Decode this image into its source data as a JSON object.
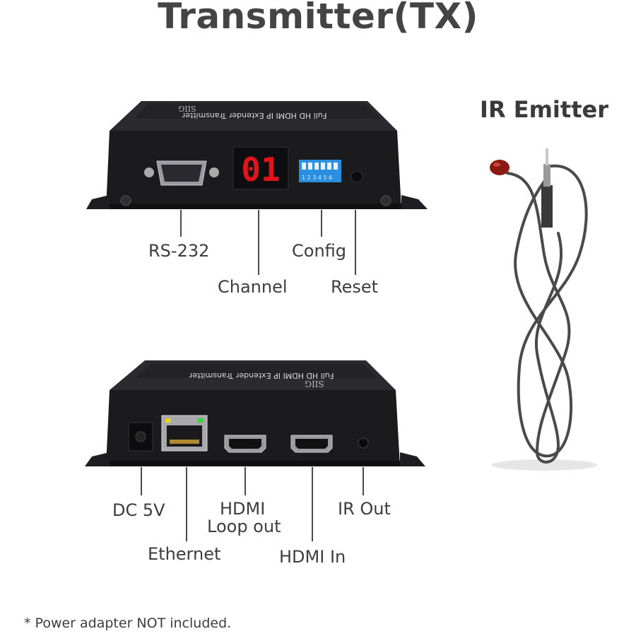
{
  "page_title": "Transmitter(TX)",
  "ir_emitter": {
    "title": "IR Emitter"
  },
  "front_panel": {
    "printed_text": "Full HD HDMI IP Extender Transmitter",
    "brand": "SIIG",
    "channel_display": "01",
    "dip_numbers": [
      "1",
      "2",
      "3",
      "4",
      "5",
      "6"
    ],
    "callouts": {
      "rs232": "RS-232",
      "channel": "Channel",
      "config": "Config",
      "reset": "Reset"
    }
  },
  "rear_panel": {
    "printed_text": "Full HD HDMI IP Extender Transmitter",
    "brand": "SIIG",
    "callouts": {
      "dc": "DC 5V",
      "ethernet": "Ethernet",
      "hdmi_loop_line1": "HDMI",
      "hdmi_loop_line2": "Loop out",
      "hdmi_in": "HDMI In",
      "ir_out": "IR Out"
    }
  },
  "footnote": "* Power adapter NOT included.",
  "colors": {
    "device_body": "#1c1c1f",
    "device_top": "#2a2a2e",
    "led": "#e0141a",
    "dip": "#2a8fe0",
    "ir_bulb": "#8b1a12",
    "cable": "#4a4a4a"
  }
}
